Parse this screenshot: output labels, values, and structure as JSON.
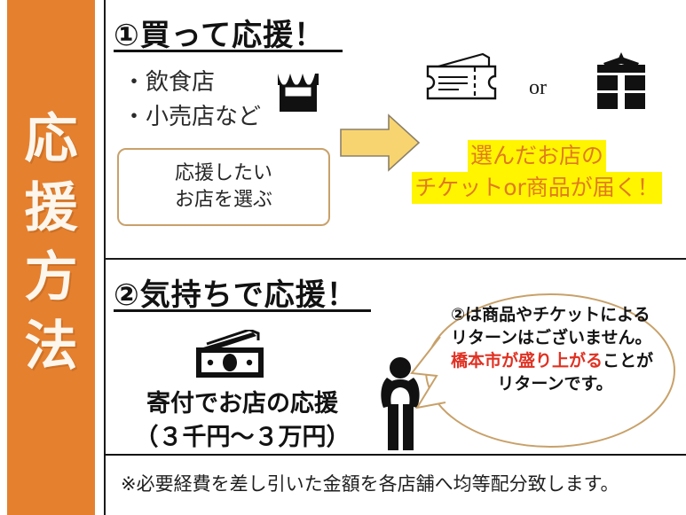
{
  "poster": {
    "side_band": {
      "label": "応援方法",
      "color": "#e5802f",
      "text_color": "#fdf6ec"
    },
    "section1": {
      "heading": "①買って応援！",
      "bullets": [
        "・飲食店",
        "・小売店など"
      ],
      "shop_icon": "storefront-icon",
      "choose_box": {
        "line1": "応援したい",
        "line2": "お店を選ぶ",
        "border_color": "#c8a16a"
      },
      "arrow": {
        "icon": "right-arrow-icon",
        "fill": "#f7d27a",
        "stroke": "#8a8068"
      },
      "reward_icons": {
        "ticket": "ticket-icon",
        "or_label": "or",
        "gift": "gift-box-icon"
      },
      "highlight": {
        "line1": "選んだお店の",
        "line2": "チケットor商品が届く！",
        "text_color": "#e07b1f",
        "highlight_color": "#fff500"
      }
    },
    "section2": {
      "heading": "②気持ちで応援！",
      "money_icon": "banknote-icon",
      "donation": {
        "line1": "寄付でお店の応援",
        "line2": "（３千円〜３万円）"
      },
      "person_icon": "bowing-person-icon",
      "bubble": {
        "part1": "②は商品やチケットによるリターンはございません。",
        "highlight": "橋本市が盛り上がる",
        "part2": "ことが",
        "part3": "リターンです。",
        "highlight_color": "#e03122",
        "border_color": "#c8a16a"
      }
    },
    "footnote": "※必要経費を差し引いた金額を各店舗へ均等配分致します。"
  }
}
